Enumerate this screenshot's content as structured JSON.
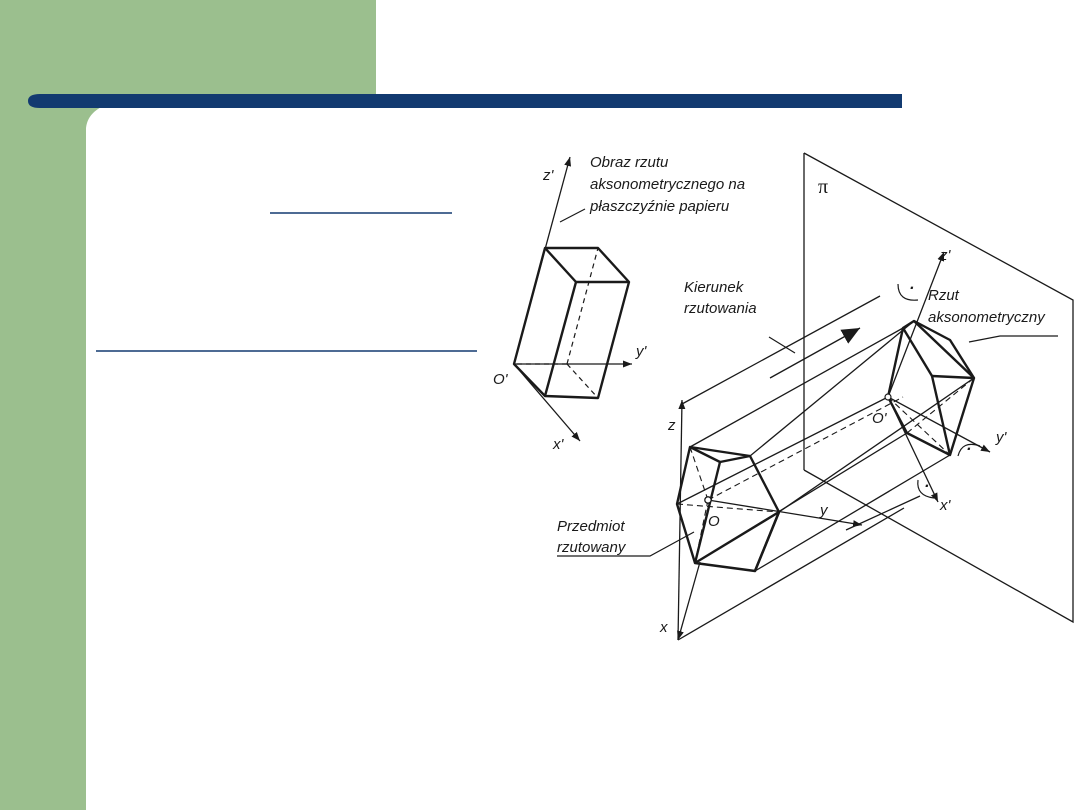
{
  "slide": {
    "colors": {
      "side_band": "#9bbf8e",
      "title_bar": "#123a70",
      "drawing": "#1a1a1a",
      "background": "#ffffff"
    }
  },
  "diagram": {
    "plane_symbol": "π",
    "axis_labels_paper": {
      "z": "z'",
      "y": "y'",
      "x": "x'",
      "origin": "O'"
    },
    "axis_labels_space": {
      "z": "z",
      "y": "y",
      "x": "x",
      "origin": "O"
    },
    "axis_labels_plane": {
      "z": "z'",
      "y": "y'",
      "x": "x'",
      "origin": "O'"
    },
    "callouts": {
      "paper_image": [
        "Obraz rzutu",
        "aksonometrycznego na",
        "płaszczyźnie papieru"
      ],
      "projection_direction": [
        "Kierunek",
        "rzutowania"
      ],
      "axonometric_projection": [
        "Rzut",
        "aksonometryczny"
      ],
      "projected_object": [
        "Przedmiot",
        "rzutowany"
      ]
    },
    "right_angle_marker": "·"
  }
}
